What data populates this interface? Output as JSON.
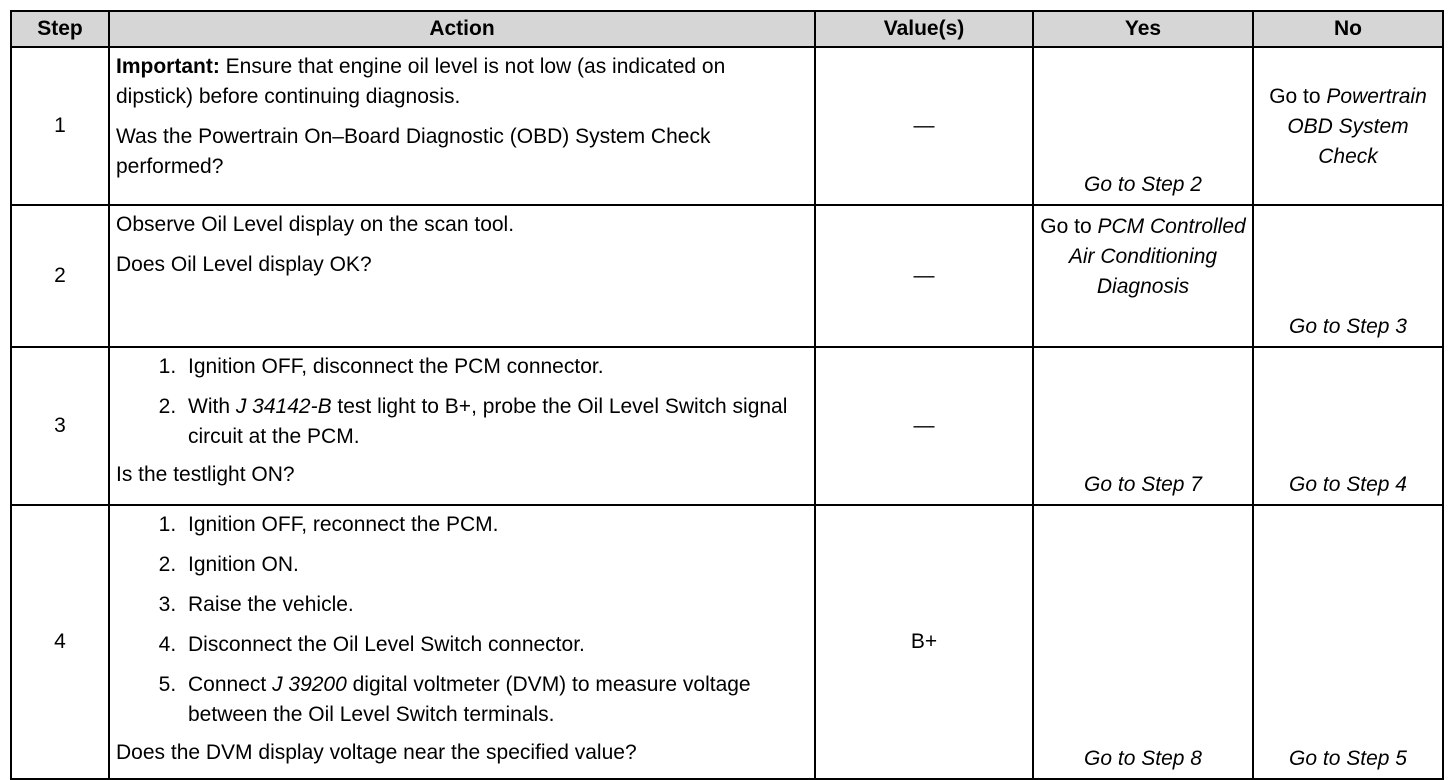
{
  "table": {
    "headers": {
      "step": "Step",
      "action": "Action",
      "values": "Value(s)",
      "yes": "Yes",
      "no": "No"
    },
    "rows": [
      {
        "step": "1",
        "important_label": "Important:",
        "important_text": " Ensure that engine oil level is not low (as indicated on dipstick) before continuing diagnosis.",
        "question": "Was the Powertrain On–Board Diagnostic (OBD) System Check performed?",
        "value": "—",
        "yes": "Go to Step 2",
        "no_prefix": "Go to ",
        "no_link": "Powertrain OBD System Check"
      },
      {
        "step": "2",
        "line1": "Observe Oil Level display on the scan tool.",
        "question": "Does Oil Level display OK?",
        "value": "—",
        "yes_prefix": "Go to ",
        "yes_link": "PCM Controlled Air Conditioning Diagnosis",
        "no": "Go to Step 3"
      },
      {
        "step": "3",
        "items": [
          {
            "text": "Ignition OFF, disconnect the PCM connector."
          },
          {
            "pre": "With ",
            "tool": "J 34142-B",
            "post": " test light to B+, probe the Oil Level Switch signal circuit at the PCM."
          }
        ],
        "question": "Is the testlight ON?",
        "value": "—",
        "yes": "Go to Step 7",
        "no": "Go to Step 4"
      },
      {
        "step": "4",
        "items": [
          {
            "text": "Ignition OFF, reconnect the PCM."
          },
          {
            "text": "Ignition ON."
          },
          {
            "text": "Raise the vehicle."
          },
          {
            "text": "Disconnect the Oil Level Switch connector."
          },
          {
            "pre": "Connect ",
            "tool": "J 39200",
            "post": " digital voltmeter (DVM) to measure voltage between the Oil Level Switch terminals."
          }
        ],
        "question": "Does the DVM display voltage near the specified value?",
        "value": "B+",
        "yes": "Go to Step 8",
        "no": "Go to Step 5"
      }
    ]
  }
}
